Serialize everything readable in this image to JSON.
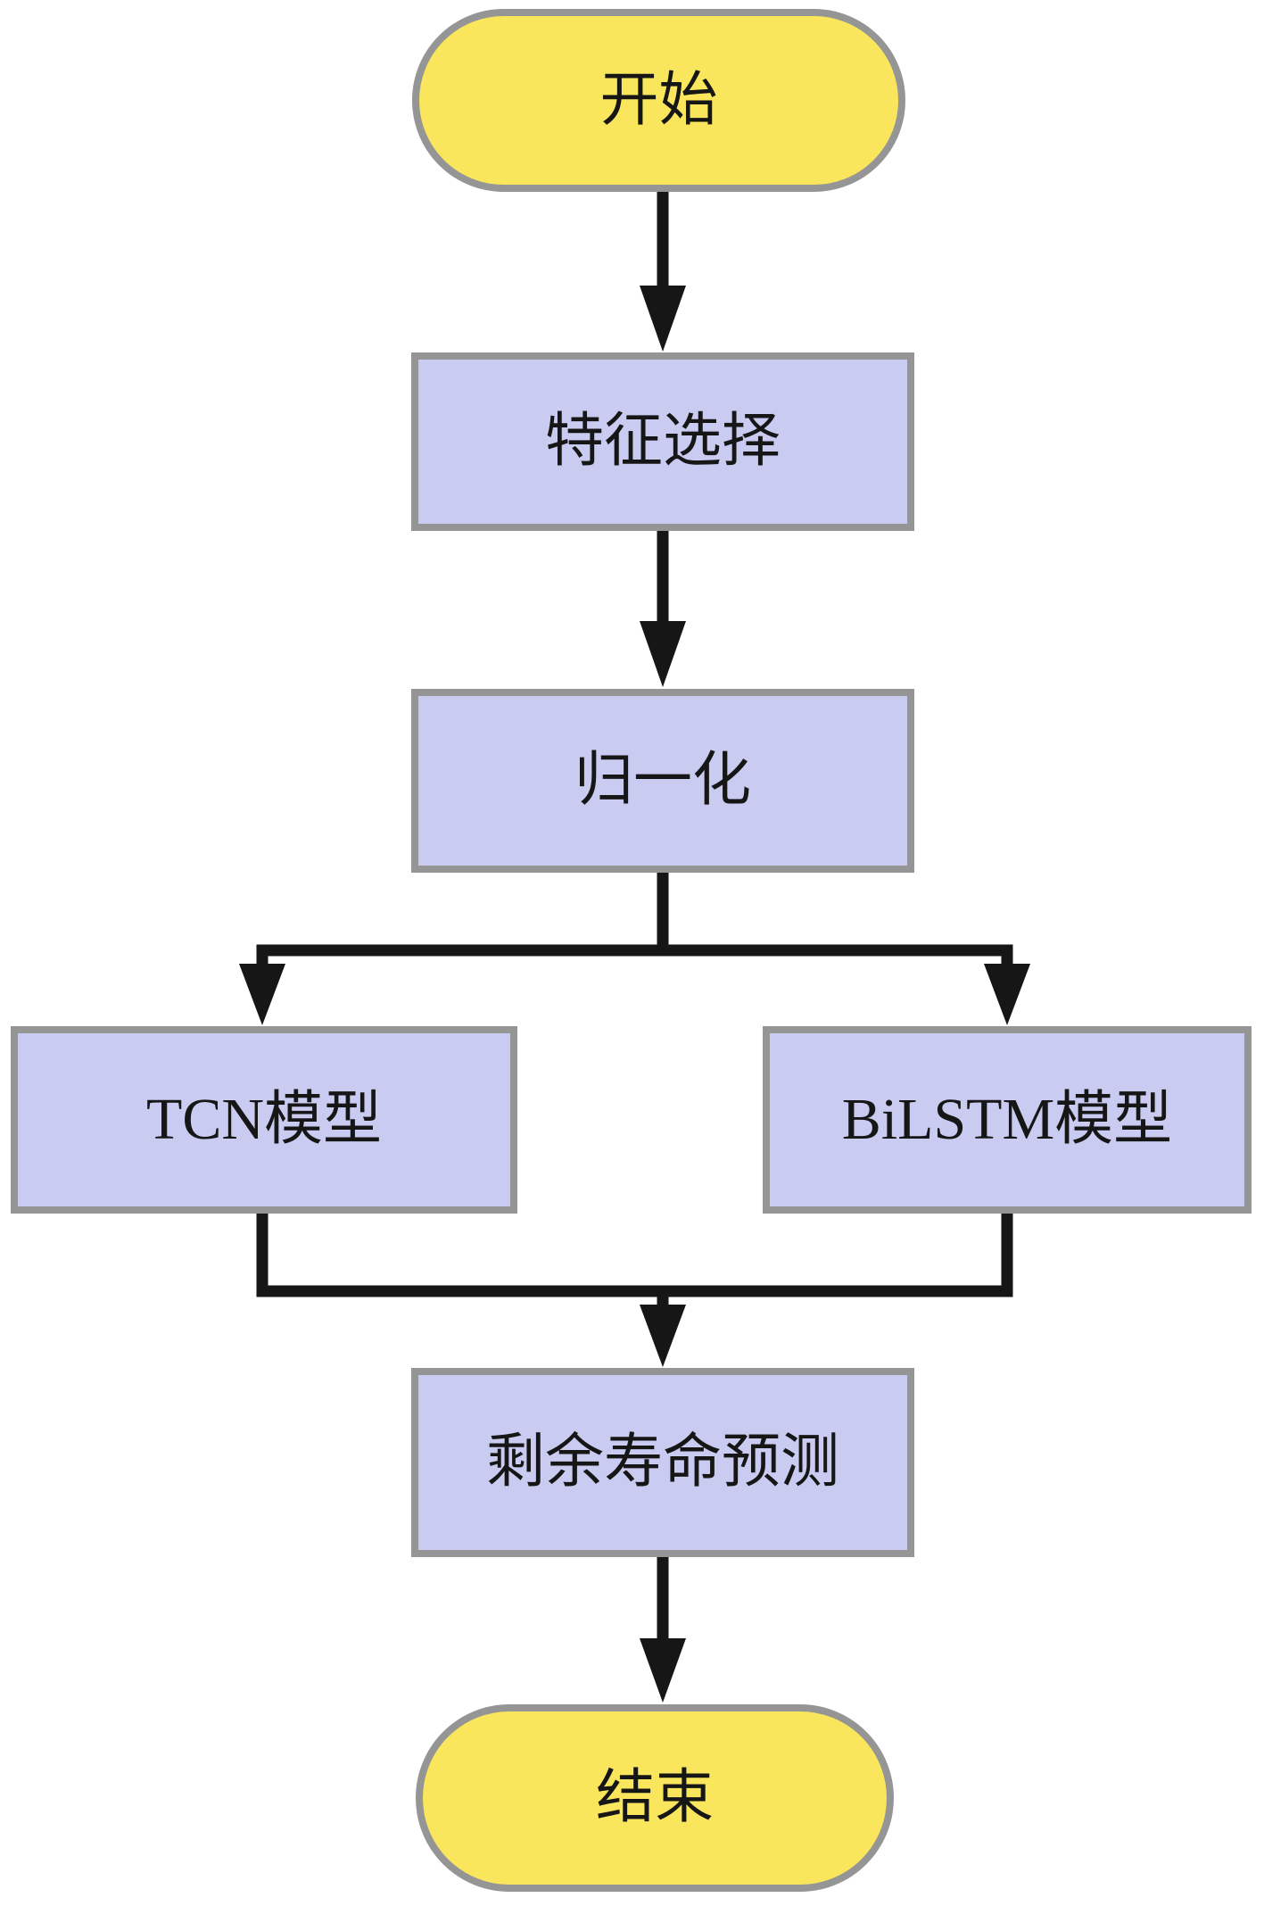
{
  "diagram": {
    "nodes": {
      "start": {
        "label": "开始",
        "type": "terminator"
      },
      "feature_selection": {
        "label": "特征选择",
        "type": "process"
      },
      "normalization": {
        "label": "归一化",
        "type": "process"
      },
      "tcn_model": {
        "label": "TCN模型",
        "type": "process"
      },
      "bilstm_model": {
        "label": "BiLSTM模型",
        "type": "process"
      },
      "rul_prediction": {
        "label": "剩余寿命预测",
        "type": "process"
      },
      "end": {
        "label": "结束",
        "type": "terminator"
      }
    },
    "colors": {
      "terminator_fill": "#FAE65C",
      "process_fill": "#C9CBF1",
      "node_border": "#959595",
      "connector": "#161616",
      "text": "#161616",
      "background": "#FFFFFF"
    }
  }
}
